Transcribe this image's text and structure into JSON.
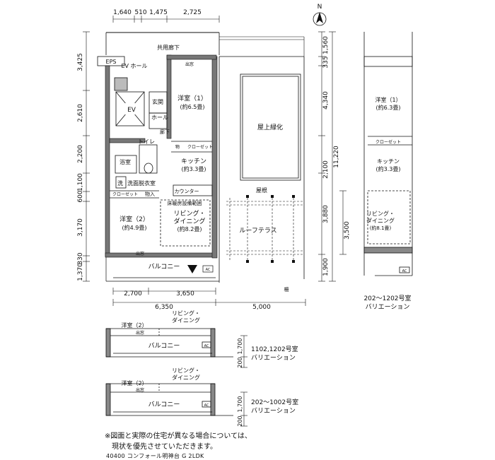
{
  "dims": {
    "top": [
      "1,640",
      "510",
      "1,475",
      "2,725"
    ],
    "left": [
      "3,425",
      "2,610",
      "2,200",
      "1,100",
      "600",
      "3,170",
      "330",
      "1,370"
    ],
    "bottom_row1": [
      "2,700",
      "3,650"
    ],
    "bottom_row2": [
      "6,350",
      "5,000"
    ],
    "right": [
      "1,560",
      "335",
      "4,340",
      "11,220",
      "2,100",
      "3,880",
      "3,500",
      "1,900"
    ],
    "variation_a": [
      "1,700",
      "200"
    ],
    "variation_b": [
      "1,700",
      "200"
    ]
  },
  "rooms": {
    "corridor": "共用廊下",
    "eps": "EPS",
    "ev_hall": "EV\nホール",
    "ev": "EV",
    "entrance": "玄関",
    "hall": "ホール",
    "hallway": "廊下",
    "toilet": "トイレ",
    "bath": "浴室",
    "wash": "洗",
    "dressing": "洗面脱衣室",
    "closet": "クローゼット",
    "storage": "物入",
    "storage2": "物",
    "exit": "出窓",
    "western1": "洋室（1）",
    "western1_size": "(約6.5畳)",
    "kitchen": "キッチン",
    "kitchen_size": "(約3.3畳)",
    "counter": "カウンター",
    "floor_heating": "床暖房設備範囲",
    "western2": "洋室（2）",
    "western2_size": "(約4.9畳)",
    "living": "リビング・\nダイニング",
    "living_size": "(約8.2畳)",
    "balcony": "バルコニー",
    "roof_green": "屋上緑化",
    "roof": "屋根",
    "roof_terrace": "ルーフテラス",
    "fence": "柵",
    "ac": "AC"
  },
  "variation_right": {
    "western1": "洋室（1）",
    "western1_size": "(約6.3畳)",
    "closet": "クローゼット",
    "kitchen": "キッチン",
    "kitchen_size": "(約3.3畳)",
    "living": "リビング・\nダイニング",
    "living_size": "(約8.1畳)",
    "caption": "202～1202号室\nバリエーション"
  },
  "variation_mid": {
    "living": "リビング・\nダイニング",
    "western2": "洋室（2）",
    "exit": "出窓",
    "balcony": "バルコニー",
    "caption": "1102,1202号室\nバリエーション"
  },
  "variation_bottom": {
    "living": "リビング・\nダイニング",
    "western2": "洋室（2）",
    "exit": "出窓",
    "balcony": "バルコニー",
    "caption": "202～1002号室\nバリエーション"
  },
  "north": "N",
  "note": "※図面と実際の住宅が異なる場合については、\n　現状を優先させていただきます。",
  "footer": "40400 コンフォール明神台 G 2LDK"
}
